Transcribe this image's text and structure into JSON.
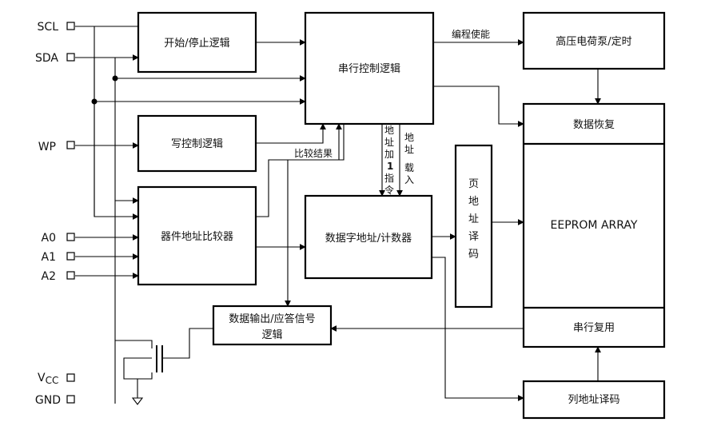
{
  "pins": {
    "scl": "SCL",
    "sda": "SDA",
    "wp": "WP",
    "a0": "A0",
    "a1": "A1",
    "a2": "A2",
    "vcc_main": "V",
    "vcc_sub": "CC",
    "gnd": "GND"
  },
  "blocks": {
    "start_stop": "开始/停止逻辑",
    "serial_control": "串行控制逻辑",
    "hv_pump": "高压电荷泵/定时",
    "data_recovery": "数据恢复",
    "write_control": "写控制逻辑",
    "eeprom_array": "EEPROM ARRAY",
    "device_addr_comp": "器件地址比较器",
    "data_word_addr": "数据字地址/计数器",
    "page_addr_decode": [
      "页",
      "地",
      "址",
      "译",
      "码"
    ],
    "serial_mux": "串行复用",
    "dout_ack_line1": "数据输出/应答信号",
    "dout_ack_line2": "逻辑",
    "col_addr_decode": "列地址译码"
  },
  "labels": {
    "program_enable": "编程使能",
    "compare_result": "比较结果",
    "addr_inc": [
      "地",
      "址",
      "加",
      "1",
      "指",
      "令"
    ],
    "addr_load": [
      "地",
      "址",
      "载",
      "入"
    ]
  }
}
